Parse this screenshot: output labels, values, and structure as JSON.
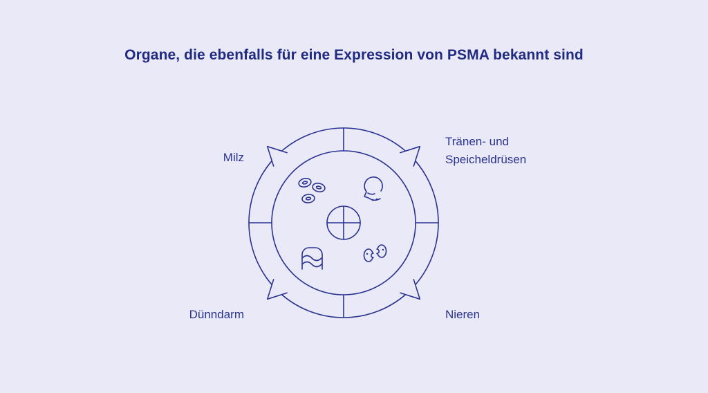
{
  "colors": {
    "background": "#e9e9f8",
    "accent": "#2a328f",
    "title": "#1f2a80"
  },
  "title": "Organe, die ebenfalls für eine Expression von PSMA bekannt sind",
  "diagram": {
    "type": "four-quadrant-cycle-ring",
    "labels": {
      "milz": "Milz",
      "traenen_speicheldruesen": "Tränen- und\nSpeicheldrüsen",
      "duenndarm": "Dünndarm",
      "nieren": "Nieren"
    },
    "icons": {
      "top_left": "blood-cells-icon",
      "top_right": "head-salivary-glands-icon",
      "bottom_left": "intestine-icon",
      "bottom_right": "kidneys-icon",
      "center": "crosshair-circle-icon"
    }
  }
}
